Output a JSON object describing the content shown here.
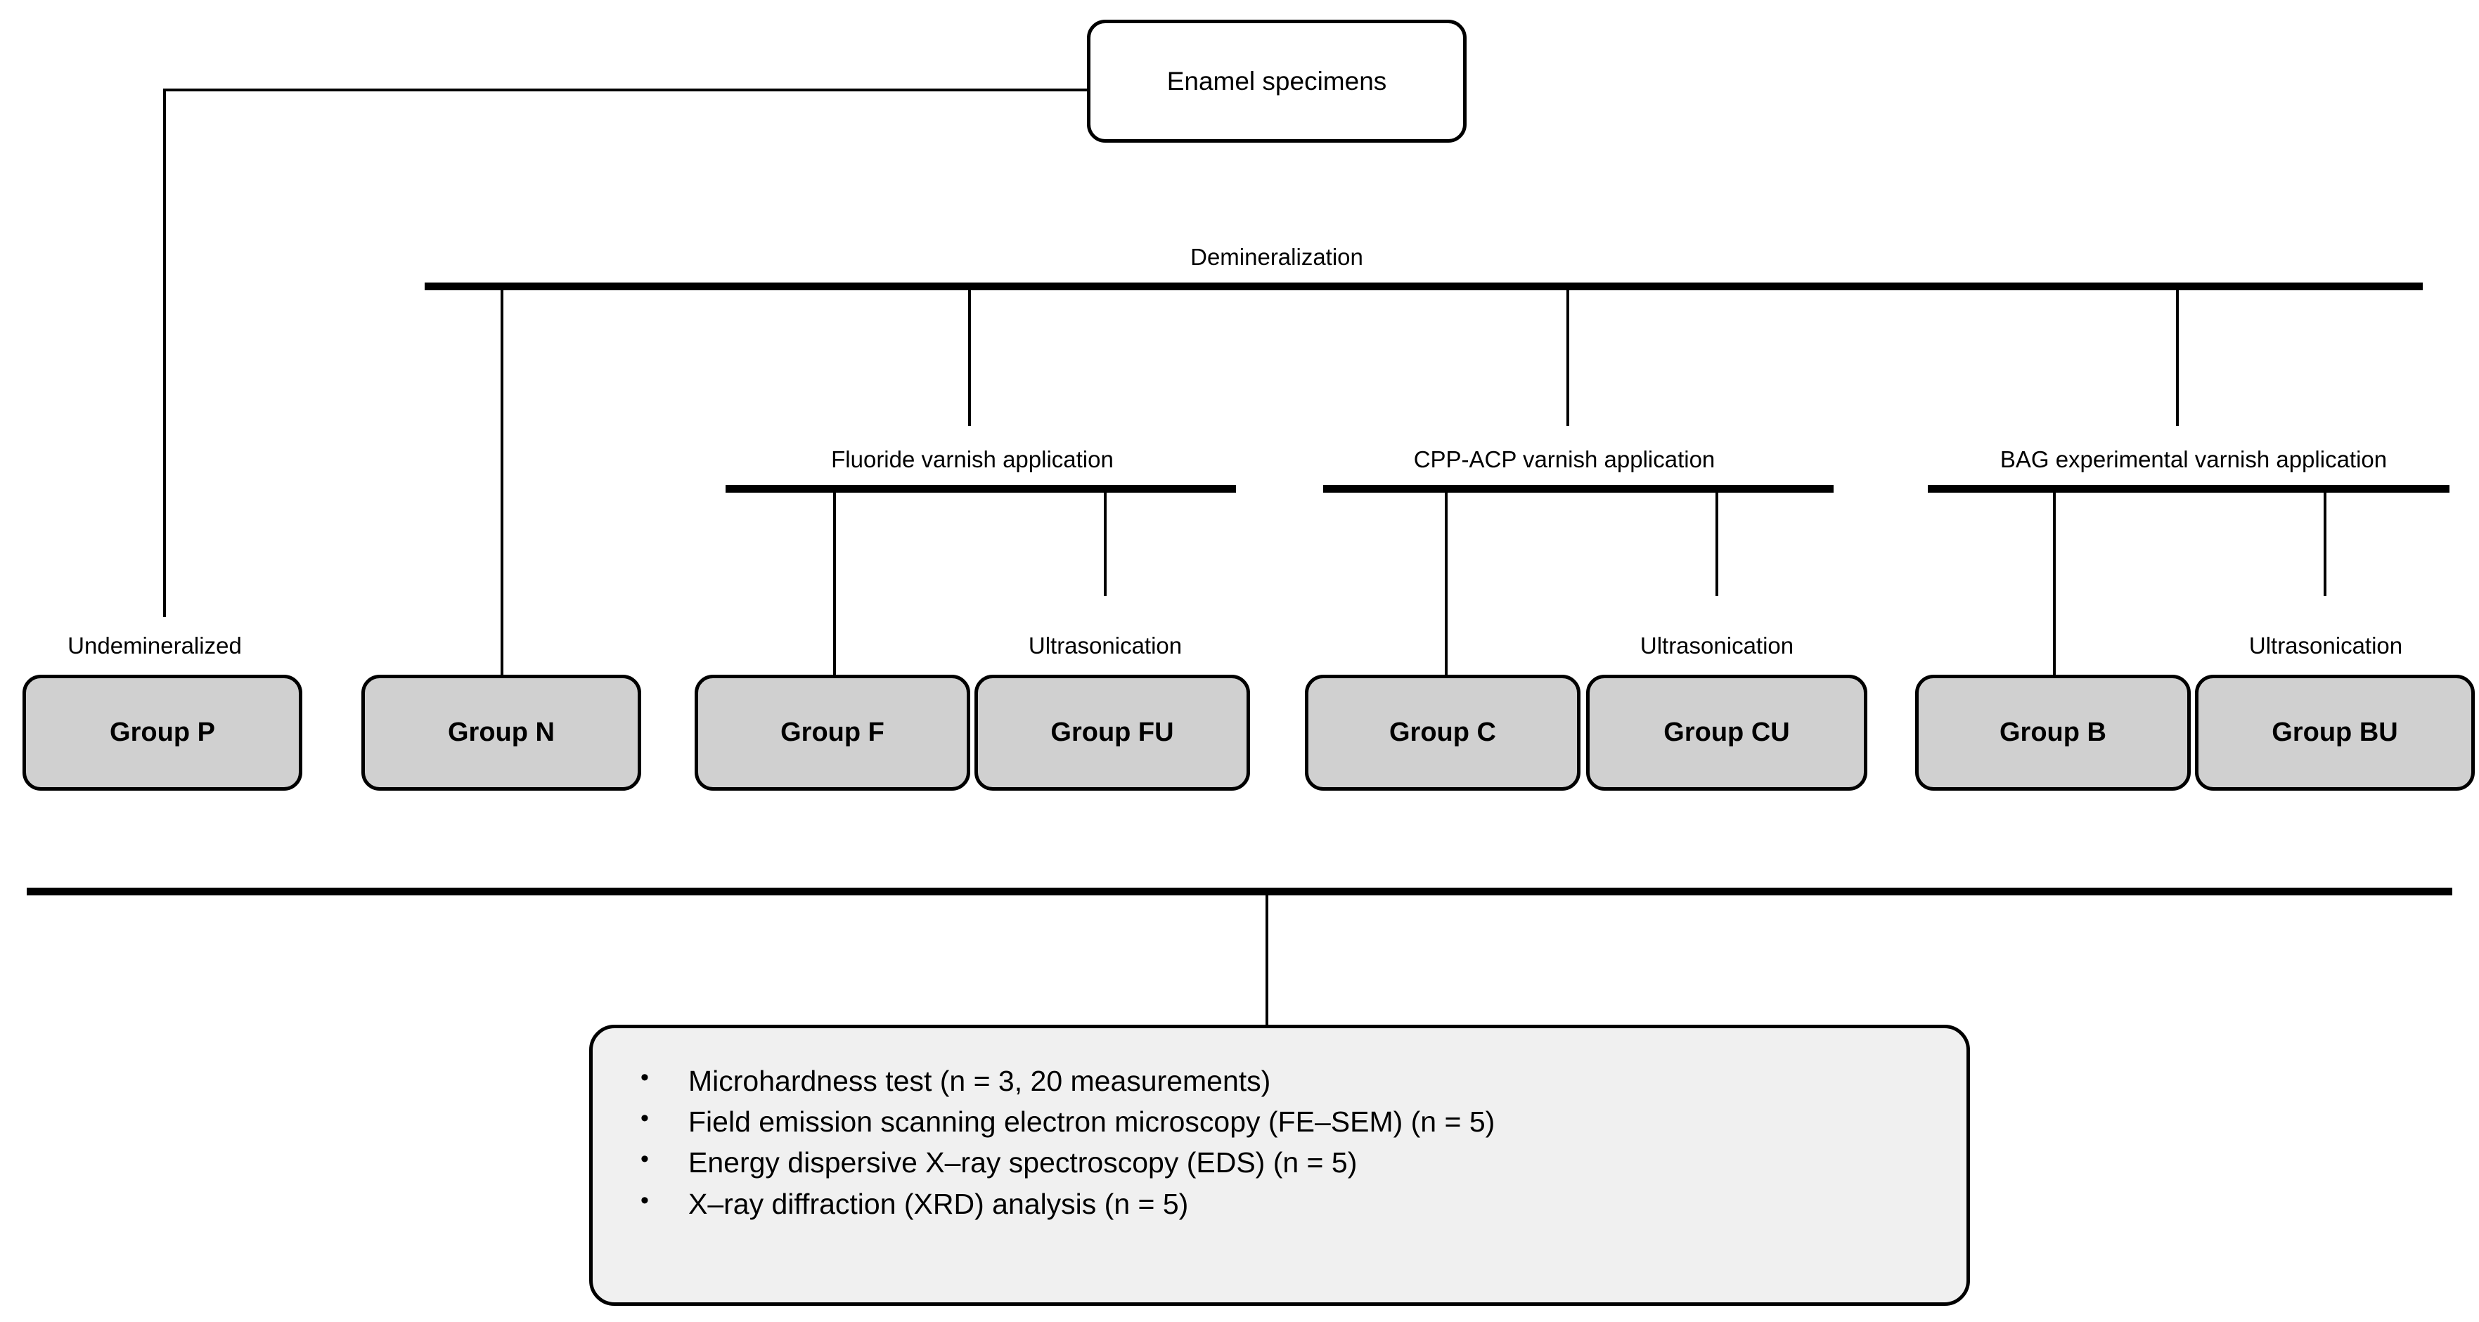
{
  "diagram": {
    "title": "Enamel specimen study design flowchart",
    "colors": {
      "group_box_fill": "#d0d0d0",
      "tests_box_fill": "#f0f0f0",
      "line": "#000000",
      "background": "#ffffff"
    },
    "root": {
      "label": "Enamel specimens"
    },
    "stage_bars": {
      "demineralization": {
        "label": "Demineralization"
      },
      "treatments": [
        {
          "label": "Fluoride varnish application"
        },
        {
          "label": "CPP-ACP varnish application"
        },
        {
          "label": "BAG experimental varnish application"
        }
      ]
    },
    "branch_captions": {
      "undemineralized": "Undemineralized",
      "ultrasonication": "Ultrasonication"
    },
    "groups": [
      {
        "id": "P",
        "label": "Group P",
        "caption": "Undemineralized",
        "branch": "root"
      },
      {
        "id": "N",
        "label": "Group N",
        "caption": "",
        "branch": "demineralization"
      },
      {
        "id": "F",
        "label": "Group F",
        "caption": "",
        "branch": "fluoride"
      },
      {
        "id": "FU",
        "label": "Group FU",
        "caption": "Ultrasonication",
        "branch": "fluoride"
      },
      {
        "id": "C",
        "label": "Group C",
        "caption": "",
        "branch": "cpp-acp"
      },
      {
        "id": "CU",
        "label": "Group CU",
        "caption": "Ultrasonication",
        "branch": "cpp-acp"
      },
      {
        "id": "B",
        "label": "Group B",
        "caption": "",
        "branch": "bag"
      },
      {
        "id": "BU",
        "label": "Group BU",
        "caption": "Ultrasonication",
        "branch": "bag"
      }
    ],
    "tests": {
      "items": [
        "Microhardness test (n = 3, 20 measurements)",
        "Field emission scanning electron microscopy (FE–SEM) (n = 5)",
        "Energy dispersive X–ray spectroscopy (EDS) (n = 5)",
        "X–ray diffraction (XRD) analysis (n = 5)"
      ]
    }
  }
}
